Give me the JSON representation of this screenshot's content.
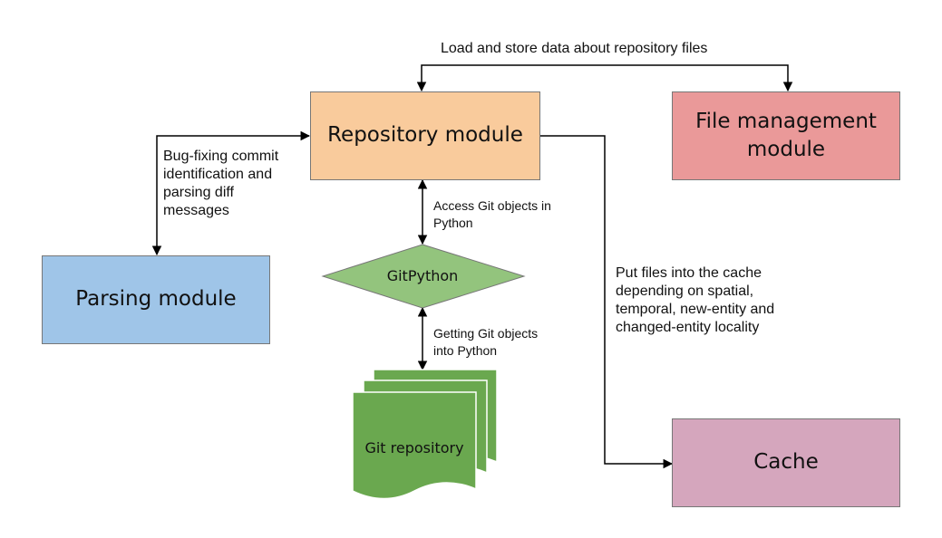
{
  "colors": {
    "repository_module": "#f9cb9c",
    "file_management_module": "#ea9999",
    "parsing_module": "#9fc5e8",
    "cache": "#d5a6bd",
    "gitpython": "#93c47d",
    "git_repository": "#6aa84f",
    "stroke": "#000000"
  },
  "nodes": {
    "repository_module": "Repository module",
    "file_management_module": "File management module",
    "parsing_module": "Parsing module",
    "cache": "Cache",
    "gitpython": "GitPython",
    "git_repository": "Git repository"
  },
  "edges": {
    "load_store": "Load and store data about repository files",
    "bug_fixing": "Bug-fixing commit\nidentification and\nparsing diff\nmessages",
    "access_git": "Access Git objects in\nPython",
    "getting_git": "Getting Git objects\ninto Python",
    "put_files": "Put files into the cache\ndepending on spatial,\ntemporal, new-entity and\nchanged-entity locality"
  }
}
